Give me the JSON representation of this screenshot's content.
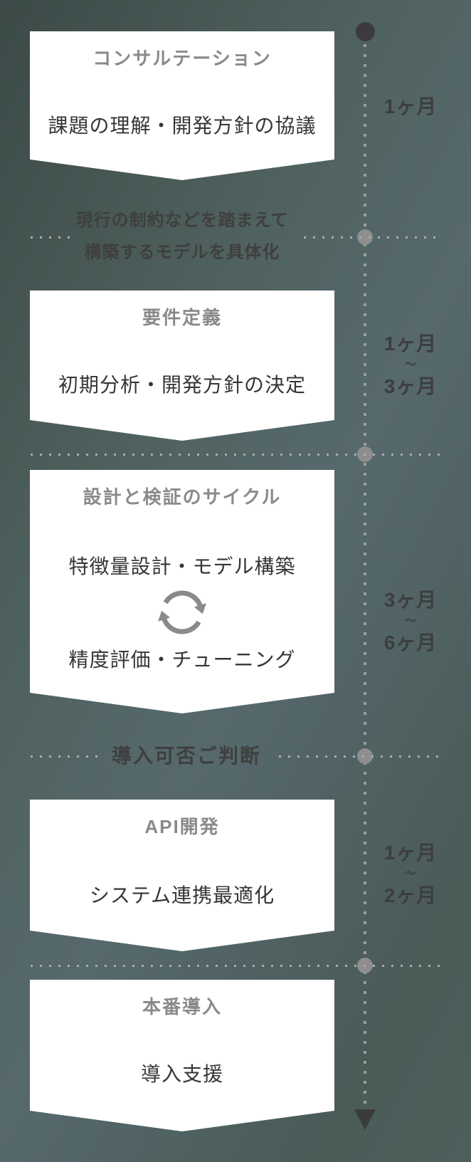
{
  "colors": {
    "background_top": "#3b4a47",
    "background_mid": "#56696d",
    "background_bottom": "#4e5f5c",
    "card": "#ffffff",
    "card_title_gray": "#8a8a8a",
    "body_text": "#363636",
    "note_text": "#3f3f3f",
    "duration_text": "#3d3d40",
    "timeline_dot_dark": "#3b3b3d",
    "timeline_line": "#9d9d9d",
    "milestone_gray": "#8e8e8e"
  },
  "phases": [
    {
      "title": "コンサルテーション",
      "body": [
        "課題の理解・開発方針の協議"
      ],
      "duration": {
        "lines": [
          "1ヶ月"
        ]
      }
    },
    {
      "title": "要件定義",
      "body": [
        "初期分析・開発方針の決定"
      ],
      "duration": {
        "lines": [
          "1ヶ月",
          "〜",
          "3ヶ月"
        ]
      }
    },
    {
      "title": "設計と検証のサイクル",
      "body": [
        "特徴量設計・モデル構築",
        "精度評価・チューニング"
      ],
      "icon": "cycle-refresh-icon",
      "duration": {
        "lines": [
          "3ヶ月",
          "〜",
          "6ヶ月"
        ]
      }
    },
    {
      "title": "API開発",
      "body": [
        "システム連携最適化"
      ],
      "duration": {
        "lines": [
          "1ヶ月",
          "〜",
          "2ヶ月"
        ]
      }
    },
    {
      "title": "本番導入",
      "body": [
        "導入支援"
      ],
      "duration": null
    }
  ],
  "dividers": [
    {
      "note_lines": [
        "現行の制約などを踏まえて",
        "構築するモデルを具体化"
      ]
    },
    {
      "note_lines": []
    },
    {
      "note_lines": [
        "導入可否ご判断"
      ]
    },
    {
      "note_lines": []
    }
  ],
  "timeline": {
    "start_marker": "filled-dot",
    "end_marker": "down-arrow"
  }
}
